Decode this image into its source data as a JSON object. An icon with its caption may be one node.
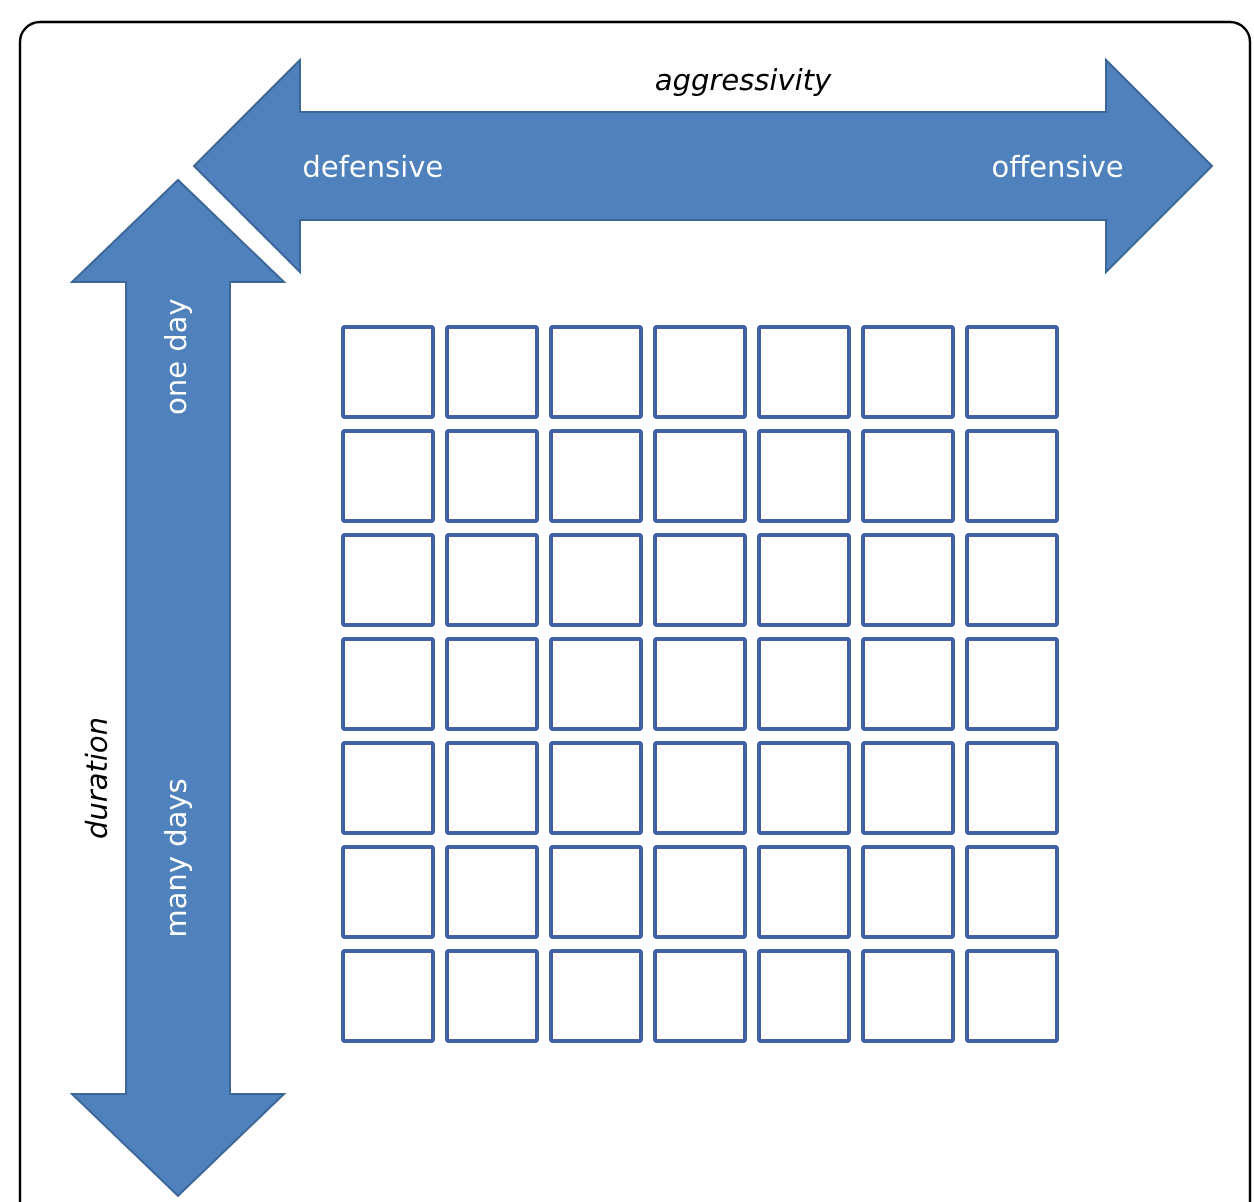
{
  "diagram": {
    "nodes": [
      {
        "text": [
          "defensive",
          "offensive"
        ],
        "beside": [
          "aggressivity"
        ]
      },
      {
        "text": [
          "one day",
          "many days"
        ],
        "beside": [
          "duration"
        ]
      },
      {
        "text": [],
        "shape": "box"
      },
      {
        "text": [],
        "shape": "box"
      },
      {
        "text": [],
        "shape": "box"
      },
      {
        "text": [],
        "shape": "box"
      },
      {
        "text": [],
        "shape": "box"
      },
      {
        "text": [],
        "shape": "box"
      },
      {
        "text": [],
        "shape": "box"
      },
      {
        "text": [],
        "shape": "box"
      },
      {
        "text": [],
        "shape": "box"
      },
      {
        "text": [],
        "shape": "box"
      },
      {
        "text": [],
        "shape": "box"
      },
      {
        "text": [],
        "shape": "box"
      },
      {
        "text": [],
        "shape": "box"
      },
      {
        "text": [],
        "shape": "box"
      },
      {
        "text": [],
        "shape": "box"
      },
      {
        "text": [],
        "shape": "box"
      },
      {
        "text": [],
        "shape": "box"
      },
      {
        "text": [],
        "shape": "box"
      },
      {
        "text": [],
        "shape": "box"
      },
      {
        "text": [],
        "shape": "box"
      },
      {
        "text": [],
        "shape": "box"
      },
      {
        "text": [],
        "shape": "box"
      },
      {
        "text": [],
        "shape": "box"
      },
      {
        "text": [],
        "shape": "box"
      },
      {
        "text": [],
        "shape": "box"
      },
      {
        "text": [],
        "shape": "box"
      },
      {
        "text": [],
        "shape": "box"
      },
      {
        "text": [],
        "shape": "box"
      },
      {
        "text": [],
        "shape": "box"
      },
      {
        "text": [],
        "shape": "box"
      },
      {
        "text": [],
        "shape": "box"
      },
      {
        "text": [],
        "shape": "box"
      },
      {
        "text": [],
        "shape": "box"
      },
      {
        "text": [],
        "shape": "box"
      },
      {
        "text": [],
        "shape": "box"
      },
      {
        "text": [],
        "shape": "box"
      },
      {
        "text": [],
        "shape": "box"
      },
      {
        "text": [],
        "shape": "box"
      },
      {
        "text": [],
        "shape": "box"
      },
      {
        "text": [],
        "shape": "box"
      },
      {
        "text": [],
        "shape": "box"
      },
      {
        "text": [],
        "shape": "box"
      },
      {
        "text": [],
        "shape": "box"
      },
      {
        "text": [],
        "shape": "box"
      },
      {
        "text": [],
        "shape": "box"
      },
      {
        "text": [],
        "shape": "box"
      },
      {
        "text": [],
        "shape": "box"
      },
      {
        "text": [],
        "shape": "box"
      },
      {
        "text": [],
        "shape": "box"
      }
    ]
  }
}
